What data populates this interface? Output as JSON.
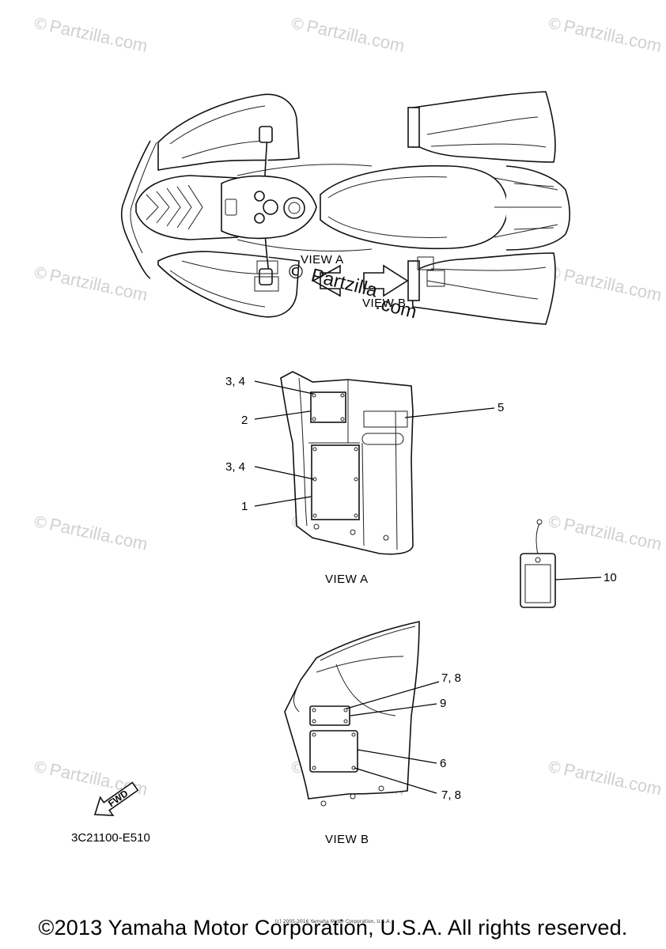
{
  "watermark": {
    "symbol": "©",
    "text": "Partzilla.com"
  },
  "overlay_watermark": {
    "symbol": "©",
    "line1": "Partzilla",
    "line2": ".com"
  },
  "top_view": {
    "view_a_label": "VIEW A",
    "view_b_label": "VIEW B"
  },
  "view_a": {
    "title": "VIEW A",
    "callouts": [
      "3, 4",
      "2",
      "3, 4",
      "1",
      "5",
      "10"
    ]
  },
  "view_b": {
    "title": "VIEW B",
    "callouts": [
      "7, 8",
      "9",
      "6",
      "7, 8"
    ]
  },
  "fwd_label": "FWD",
  "diagram_code": "3C21100-E510",
  "copyright": "©2013 Yamaha Motor Corporation, U.S.A. All rights reserved.",
  "tiny_copyright": "(c) 2005-2016 Yamaha Motor Corporation, U.S.A."
}
